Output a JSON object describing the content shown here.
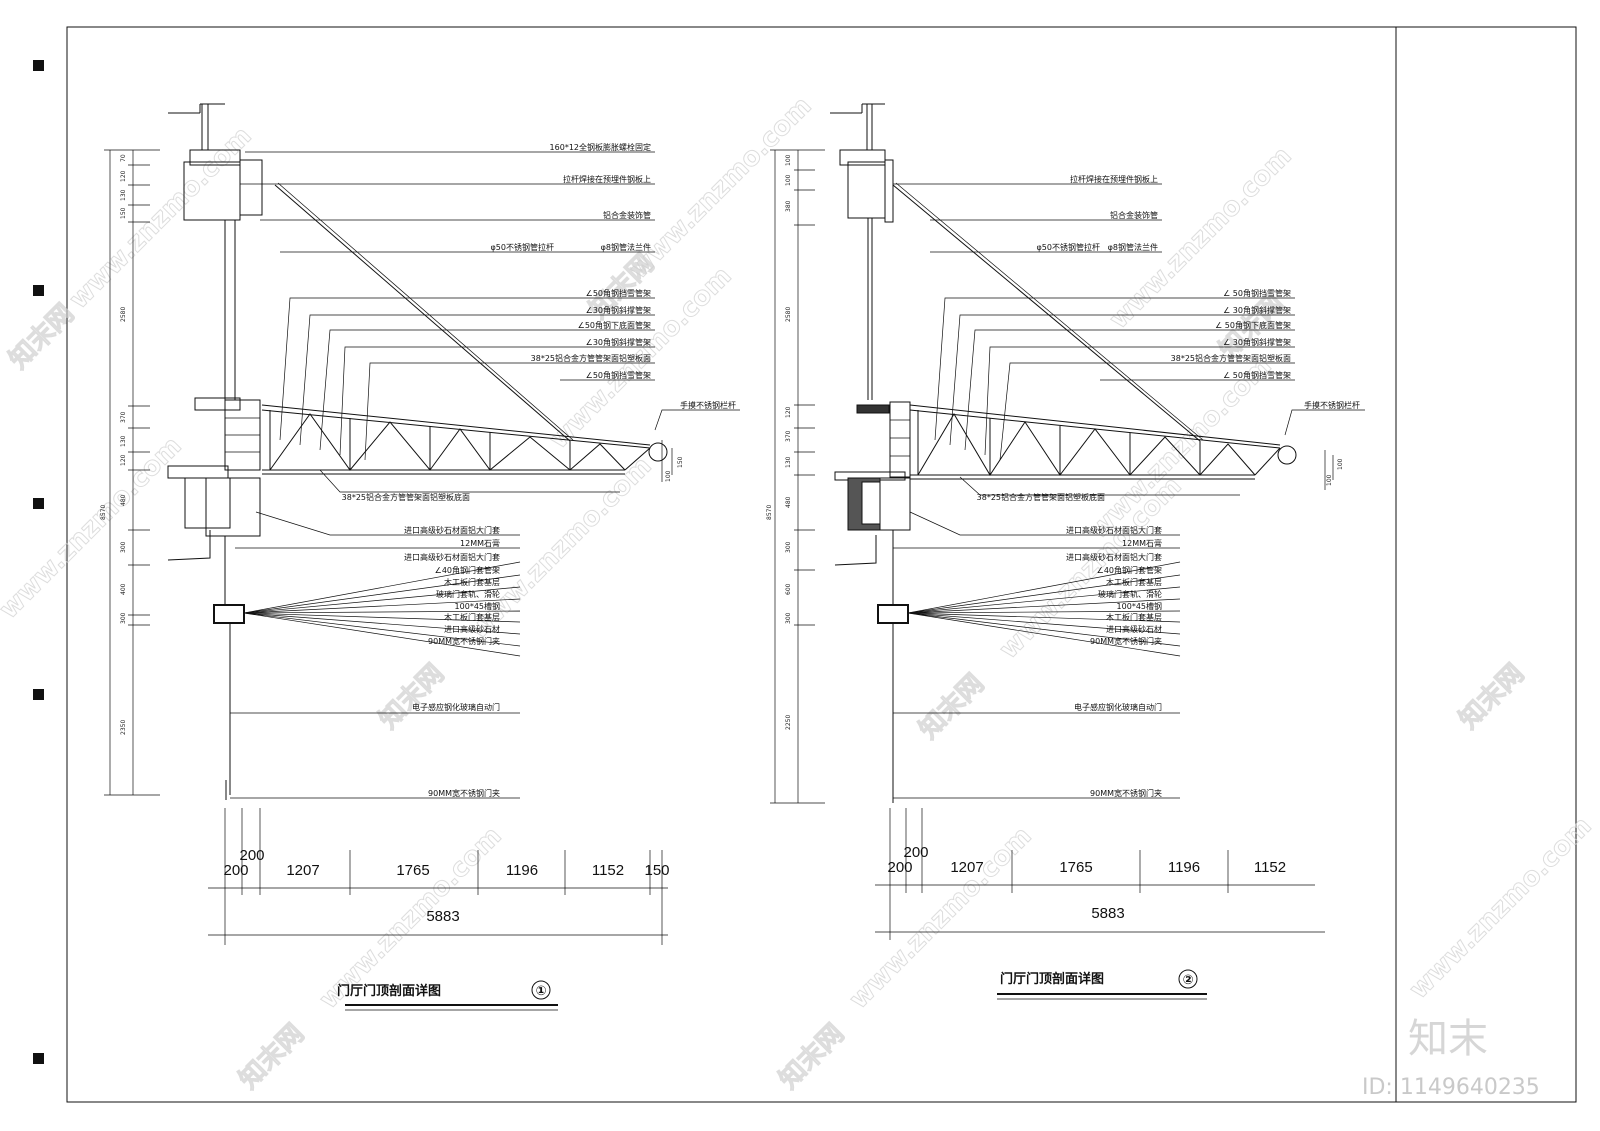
{
  "drawings": [
    {
      "labels": [
        "160*12全钢板膨胀螺栓固定",
        "拉杆焊接在预埋件钢板上",
        "铝合金装饰管",
        "φ50不锈钢管拉杆",
        "φ8钢管法兰件",
        "∠50角钢挡雪管架",
        "∠30角钢斜撑管架",
        "∠50角钢下底面管架",
        "∠30角钢斜撑管架",
        "38*25铝合金方管管架面铝塑板面",
        "∠50角钢挡雪管架",
        "38*25铝合金方管管架面铝塑板底面",
        "进口高级砂石材面铝大门套",
        "12MM石膏",
        "进口高级砂石材面铝大门套",
        "∠40角钢门套管架",
        "木工板门套基层",
        "玻璃门套轨、滑轮",
        "100*45槽钢",
        "木工板门套基层",
        "进口高级砂石材",
        "90MM宽不锈钢门夹",
        "电子感应钢化玻璃自动门",
        "90MM宽不锈钢门夹"
      ],
      "tip_label": "手摸不锈钢栏杆",
      "dims": [
        "200",
        "200",
        "1207",
        "1765",
        "1196",
        "1152",
        "150"
      ],
      "total": "5883",
      "vdims": [
        "70",
        "120",
        "130",
        "150",
        "2580",
        "370",
        "130",
        "120",
        "480",
        "300",
        "400",
        "300",
        "2350",
        "8570"
      ],
      "tip_vdims": [
        "150",
        "100"
      ],
      "title": "门厅门顶剖面详图",
      "number": "①"
    },
    {
      "labels": [
        "拉杆焊接在预埋件钢板上",
        "铝合金装饰管",
        "φ50不锈钢管拉杆",
        "φ8钢管法兰件",
        "∠ 50角钢挡雪管架",
        "∠ 30角钢斜撑管架",
        "∠ 50角钢下底面管架",
        "∠ 30角钢斜撑管架",
        "38*25铝合金方管管架面铝塑板面",
        "∠ 50角钢挡雪管架",
        "38*25铝合金方管管架面铝塑板底面",
        "进口高级砂石材面铝大门套",
        "12MM石膏",
        "进口高级砂石材面铝大门套",
        "∠40角钢门套管架",
        "木工板门套基层",
        "玻璃门套轨、滑轮",
        "100*45槽钢",
        "木工板门套基层",
        "进口高级砂石材",
        "90MM宽不锈钢门夹",
        "电子感应钢化玻璃自动门",
        "90MM宽不锈钢门夹"
      ],
      "tip_label": "手摸不锈钢栏杆",
      "dims": [
        "200",
        "200",
        "1207",
        "1765",
        "1196",
        "1152"
      ],
      "total": "5883",
      "vdims": [
        "100",
        "100",
        "380",
        "2580",
        "120",
        "370",
        "130",
        "480",
        "300",
        "600",
        "300",
        "2250",
        "8570"
      ],
      "tip_vdims": [
        "100",
        "100"
      ],
      "title": "门厅门顶剖面详图",
      "number": "②"
    }
  ],
  "watermark": {
    "site": "www.znzmo.com",
    "brand_cn": "知末网",
    "corner_logo": "知末",
    "id_text": "ID: 1149640235"
  }
}
